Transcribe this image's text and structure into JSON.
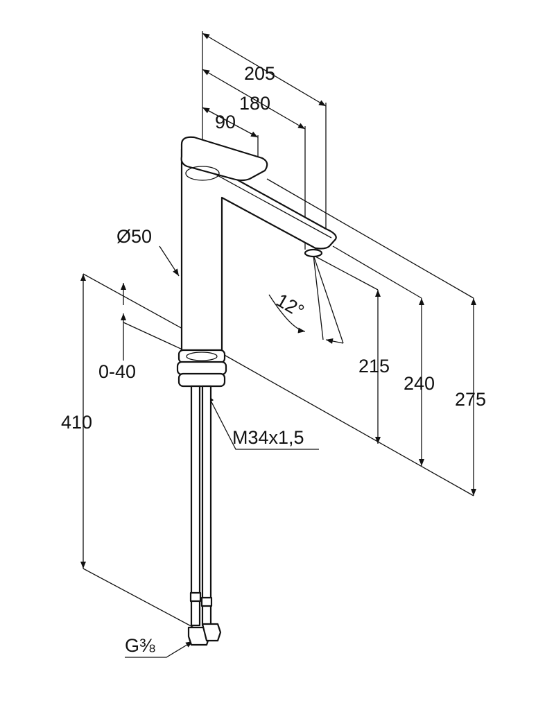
{
  "title": "Faucet dimension drawing",
  "dimensions": {
    "d205": "205",
    "d180": "180",
    "d90": "90",
    "diameter": "Ø50",
    "angle": "12°",
    "range": "0-40",
    "d410": "410",
    "d215": "215",
    "d240": "240",
    "d275": "275",
    "thread": "M34x1,5",
    "connection": "G⅜"
  },
  "colors": {
    "line": "#111111",
    "background": "#ffffff"
  }
}
